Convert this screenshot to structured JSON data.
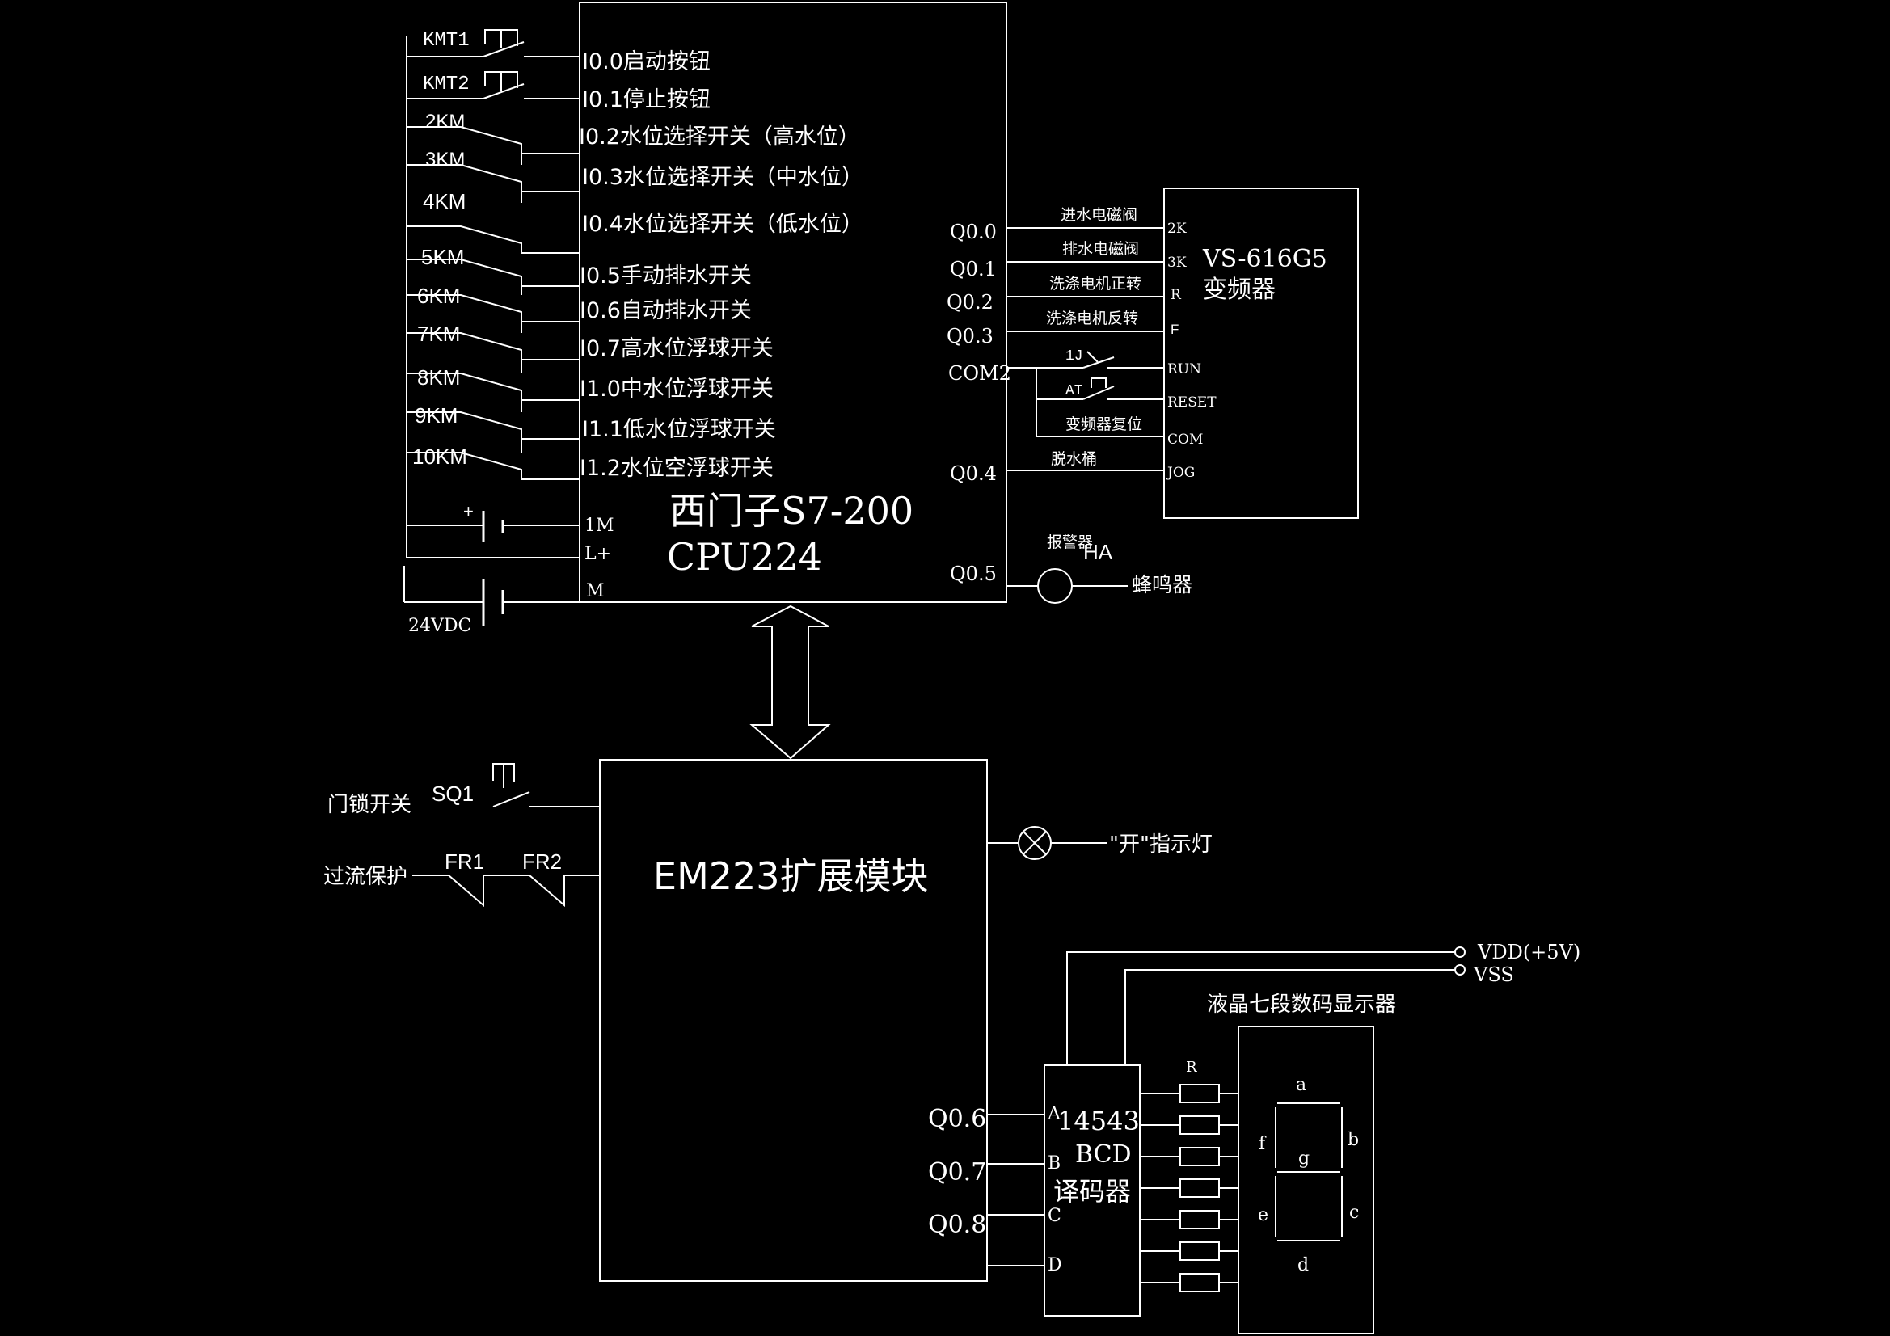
{
  "colors": {
    "background": "#000000",
    "line": "#ffffff"
  },
  "plc": {
    "model": "西门子S7-200",
    "cpu": "CPU224",
    "inputs": [
      {
        "device": "KMT1",
        "label": "I0.0启动按钮"
      },
      {
        "device": "KMT2",
        "label": "I0.1停止按钮"
      },
      {
        "device": "2KM",
        "label": "I0.2水位选择开关（高水位）"
      },
      {
        "device": "3KM",
        "label": "I0.3水位选择开关（中水位）"
      },
      {
        "device": "4KM",
        "label": "I0.4水位选择开关（低水位）"
      },
      {
        "device": "5KM",
        "label": "I0.5手动排水开关"
      },
      {
        "device": "6KM",
        "label": "I0.6自动排水开关"
      },
      {
        "device": "7KM",
        "label": "I0.7高水位浮球开关"
      },
      {
        "device": "8KM",
        "label": "I1.0中水位浮球开关"
      },
      {
        "device": "9KM",
        "label": "I1.1低水位浮球开关"
      },
      {
        "device": "10KM",
        "label": "I1.2水位空浮球开关"
      }
    ],
    "power_terminals": [
      "1M",
      "L+",
      "M"
    ],
    "plus_sign": "+",
    "supply": "24VDC",
    "outputs": [
      {
        "port": "Q0.0",
        "wire": "进水电磁阀",
        "terminal": "2K"
      },
      {
        "port": "Q0.1",
        "wire": "排水电磁阀",
        "terminal": "3K"
      },
      {
        "port": "Q0.2",
        "wire": "洗涤电机正转",
        "terminal": "R"
      },
      {
        "port": "Q0.3",
        "wire": "洗涤电机反转",
        "terminal": "F"
      },
      {
        "port": "COM2",
        "wire": "",
        "terminal": ""
      },
      {
        "port": "Q0.4",
        "wire": "脱水桶",
        "terminal": "JOG"
      },
      {
        "port": "Q0.5",
        "wire": "",
        "terminal": ""
      }
    ]
  },
  "inverter": {
    "model": "VS-616G5",
    "name": "变频器",
    "contacts": {
      "run_contact": "1J",
      "reset_contact": "AT",
      "reset_label": "变频器复位"
    },
    "terminals_extra": [
      "RUN",
      "RESET",
      "COM"
    ]
  },
  "alarm": {
    "name": "报警器",
    "tag": "HA",
    "label": "蜂鸣器"
  },
  "expansion": {
    "name": "EM223扩展模块",
    "door_lock": {
      "label": "门锁开关",
      "device": "SQ1"
    },
    "overcurrent": {
      "label": "过流保护",
      "devices": [
        "FR1",
        "FR2"
      ]
    },
    "indicator": "\"开\"指示灯",
    "outputs": [
      "Q0.6",
      "Q0.7",
      "Q0.8"
    ]
  },
  "decoder": {
    "line1": "14543",
    "line2": "BCD",
    "line3": "译码器",
    "inputs": [
      "A",
      "B",
      "C",
      "D"
    ],
    "resistor_label": "R"
  },
  "power_rails": {
    "vdd": "VDD(+5V)",
    "vss": "VSS"
  },
  "display": {
    "title": "液晶七段数码显示器",
    "segments": [
      "a",
      "b",
      "c",
      "d",
      "e",
      "f",
      "g"
    ]
  }
}
